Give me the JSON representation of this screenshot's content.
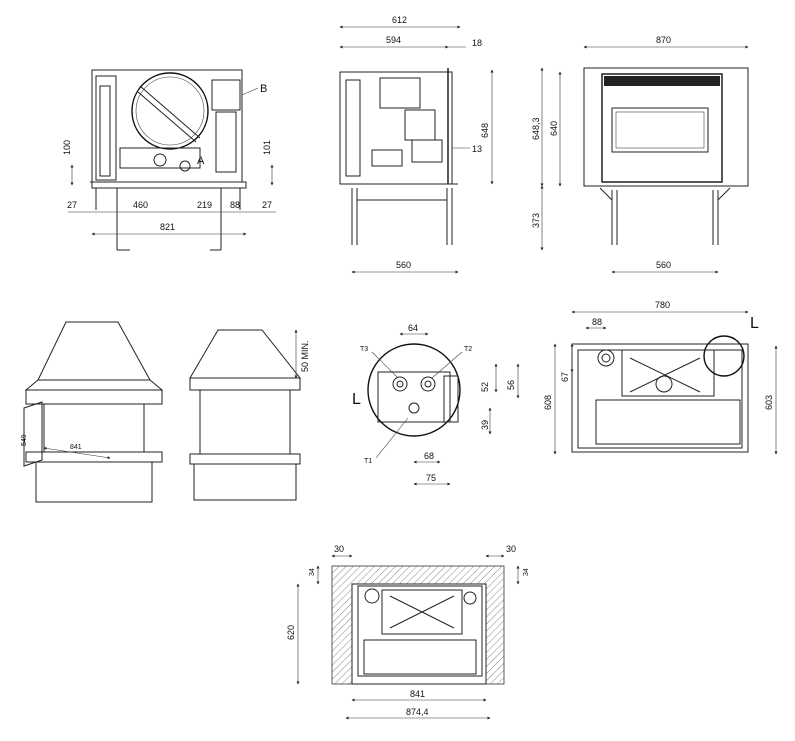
{
  "front_view": {
    "labels": {
      "b": "B",
      "a": "A"
    },
    "dims": {
      "h100": "100",
      "h101": "101",
      "w27_left": "27",
      "w460": "460",
      "w219": "219",
      "w88": "88",
      "w27_right": "27",
      "w821": "821"
    }
  },
  "side_view": {
    "dims": {
      "w612": "612",
      "w594": "594",
      "w18": "18",
      "h648": "648",
      "h13": "13",
      "w560": "560"
    }
  },
  "rear_view": {
    "dims": {
      "w870": "870",
      "h648_3": "648,3",
      "h640": "640",
      "h373": "373",
      "w560": "560"
    }
  },
  "hood_view": {
    "dims": {
      "h50min": "50 MIN.",
      "w841": "841",
      "h549": "549"
    }
  },
  "detail_view": {
    "labels": {
      "t3": "T3",
      "t2": "T2",
      "t1": "T1",
      "l": "L"
    },
    "dims": {
      "w64": "64",
      "h52": "52",
      "h56": "56",
      "h39": "39",
      "w68": "68",
      "w75": "75"
    }
  },
  "plan_view": {
    "labels": {
      "l": "L"
    },
    "dims": {
      "w780": "780",
      "w88": "88",
      "h67": "67",
      "h608": "608",
      "h603": "603"
    }
  },
  "install_view": {
    "dims": {
      "w30_left": "30",
      "w30_right": "30",
      "h34_left": "34",
      "h34_right": "34",
      "h620": "620",
      "w841": "841",
      "w874_4": "874,4"
    }
  }
}
